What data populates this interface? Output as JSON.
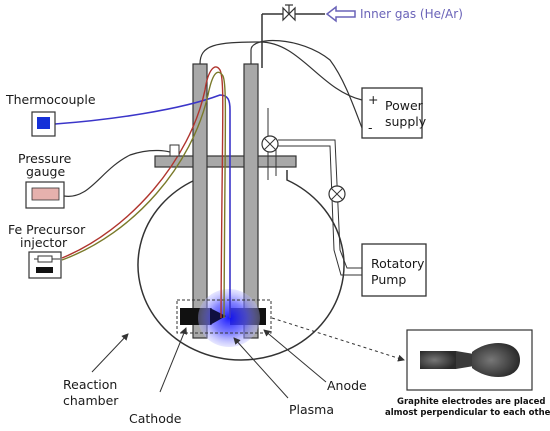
{
  "labels": {
    "inner_gas": "Inner gas (He/Ar)",
    "power_supply_line1": "Power",
    "power_supply_line2": "supply",
    "plus": "+",
    "minus": "-",
    "thermocouple": "Thermocouple",
    "pressure_gauge_line1": "Pressure",
    "pressure_gauge_line2": "gauge",
    "fe_injector_line1": "Fe Precursor",
    "fe_injector_line2": "injector",
    "rotatory_pump_line1": "Rotatory",
    "rotatory_pump_line2": "Pump",
    "reaction_chamber_line1": "Reaction",
    "reaction_chamber_line2": "chamber",
    "cathode": "Cathode",
    "plasma": "Plasma",
    "anode": "Anode",
    "inset_caption_line1": "Graphite electrodes are placed",
    "inset_caption_line2": "almost perpendicular to each other"
  },
  "colors": {
    "line": "#333333",
    "rod_fill": "#a8a8a8",
    "thermo_wire": "#3b35c9",
    "wire_red": "#b0352e",
    "wire_olive": "#7a7a2a",
    "gas_arrow": "#6a63b8",
    "plasma": "#5555ff",
    "gauge_fill": "#e6b1ad",
    "thermo_fill": "#1530d8"
  }
}
